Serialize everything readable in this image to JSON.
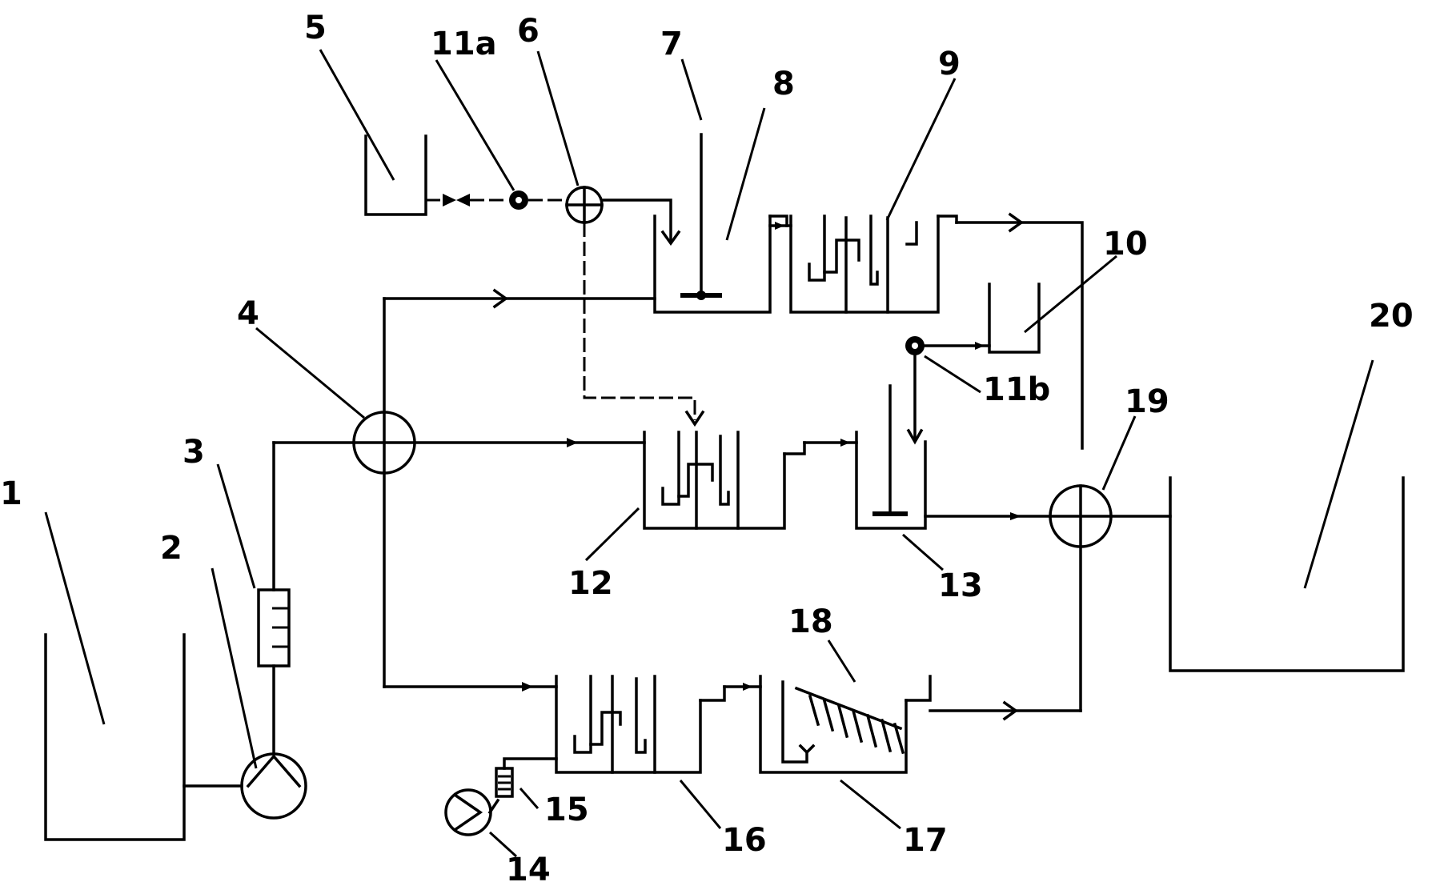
{
  "labels": {
    "l1": "1",
    "l2": "2",
    "l3": "3",
    "l4": "4",
    "l5": "5",
    "l6": "6",
    "l7": "7",
    "l8": "8",
    "l9": "9",
    "l10": "10",
    "l11a": "11a",
    "l11b": "11b",
    "l12": "12",
    "l13": "13",
    "l14": "14",
    "l15": "15",
    "l16": "16",
    "l17": "17",
    "l18": "18",
    "l19": "19",
    "l20": "20"
  }
}
